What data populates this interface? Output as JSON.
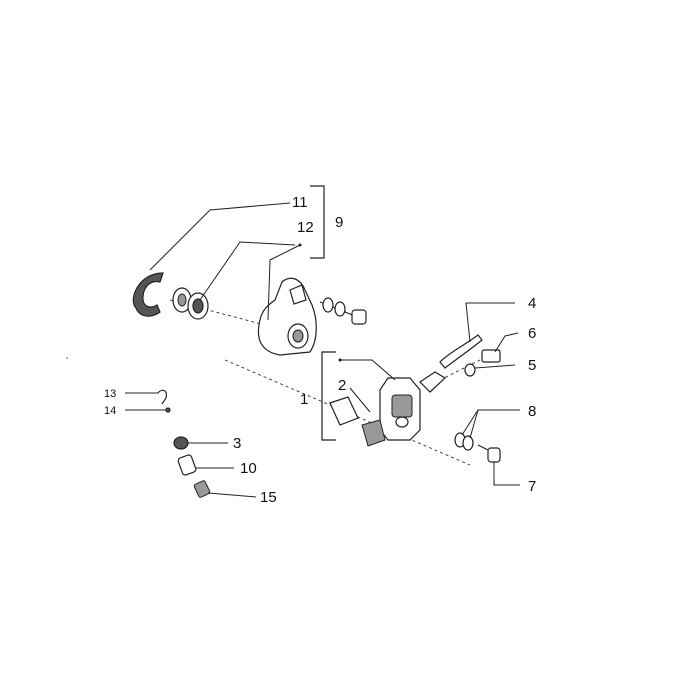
{
  "callouts": {
    "c1": "1",
    "c2": "2",
    "c3": "3",
    "c4": "4",
    "c5": "5",
    "c6": "6",
    "c7": "7",
    "c8": "8",
    "c9": "9",
    "c10": "10",
    "c11": "11",
    "c12": "12",
    "c13": "13",
    "c14": "14",
    "c15": "15"
  },
  "colors": {
    "line": "#222222",
    "background": "#ffffff"
  }
}
